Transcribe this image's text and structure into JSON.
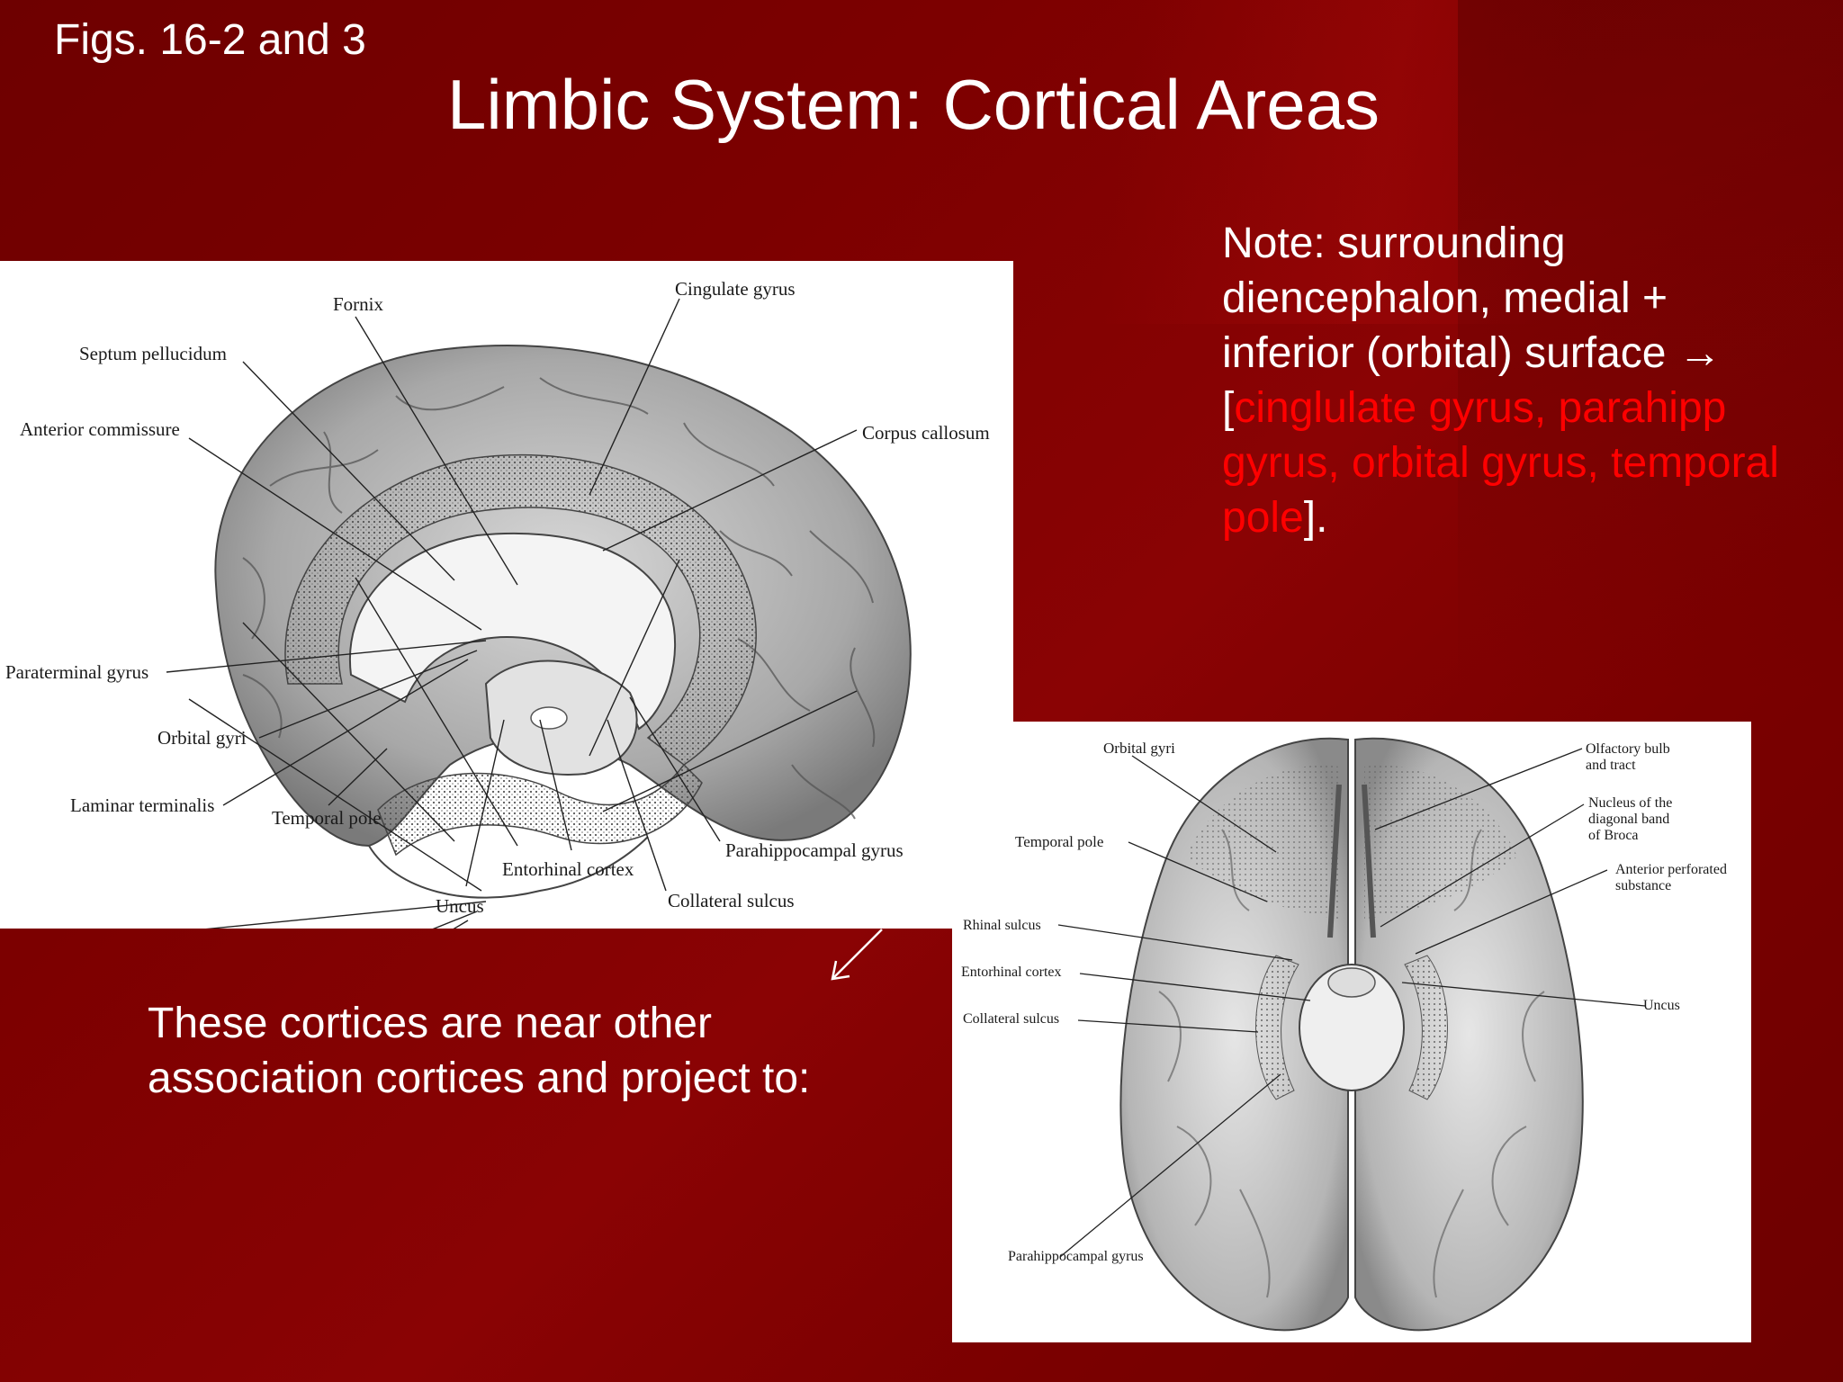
{
  "slide": {
    "figs_label": "Figs. 16-2 and 3",
    "title": "Limbic System: Cortical Areas",
    "note": {
      "prefix": "Note: surrounding diencephalon, medial + inferior (orbital) surface",
      "arrow": "→",
      "open_bracket": "[",
      "highlight": "cinglulate gyrus, parahipp gyrus, orbital gyrus, temporal pole",
      "close": "].",
      "highlight_color": "#ff0000"
    },
    "bottom_text": "These cortices are near other association cortices and project to:"
  },
  "figure_medial": {
    "labels": {
      "fornix": "Fornix",
      "cingulate_gyrus": "Cingulate gyrus",
      "septum_pellucidum": "Septum pellucidum",
      "anterior_commissure": "Anterior commissure",
      "corpus_callosum": "Corpus callosum",
      "paraterminal_gyrus": "Paraterminal gyrus",
      "orbital_gyri": "Orbital gyri",
      "laminar_terminalis": "Laminar terminalis",
      "temporal_pole": "Temporal pole",
      "entorhinal_cortex": "Entorhinal cortex",
      "parahippocampal_gyrus": "Parahippocampal gyrus",
      "uncus": "Uncus",
      "collateral_sulcus": "Collateral sulcus"
    }
  },
  "figure_inferior": {
    "labels": {
      "orbital_gyri": "Orbital gyri",
      "olfactory_bulb_1": "Olfactory bulb",
      "olfactory_bulb_2": "and tract",
      "nucleus_1": "Nucleus of the",
      "nucleus_2": "diagonal band",
      "nucleus_3": "of Broca",
      "temporal_pole": "Temporal pole",
      "anterior_perforated_1": "Anterior perforated",
      "anterior_perforated_2": "substance",
      "rhinal_sulcus": "Rhinal sulcus",
      "entorhinal_cortex": "Entorhinal cortex",
      "uncus": "Uncus",
      "collateral_sulcus": "Collateral sulcus",
      "parahippocampal_gyrus": "Parahippocampal gyrus"
    }
  },
  "colors": {
    "background": "#720000",
    "text": "#ffffff",
    "highlight": "#ff0000"
  }
}
